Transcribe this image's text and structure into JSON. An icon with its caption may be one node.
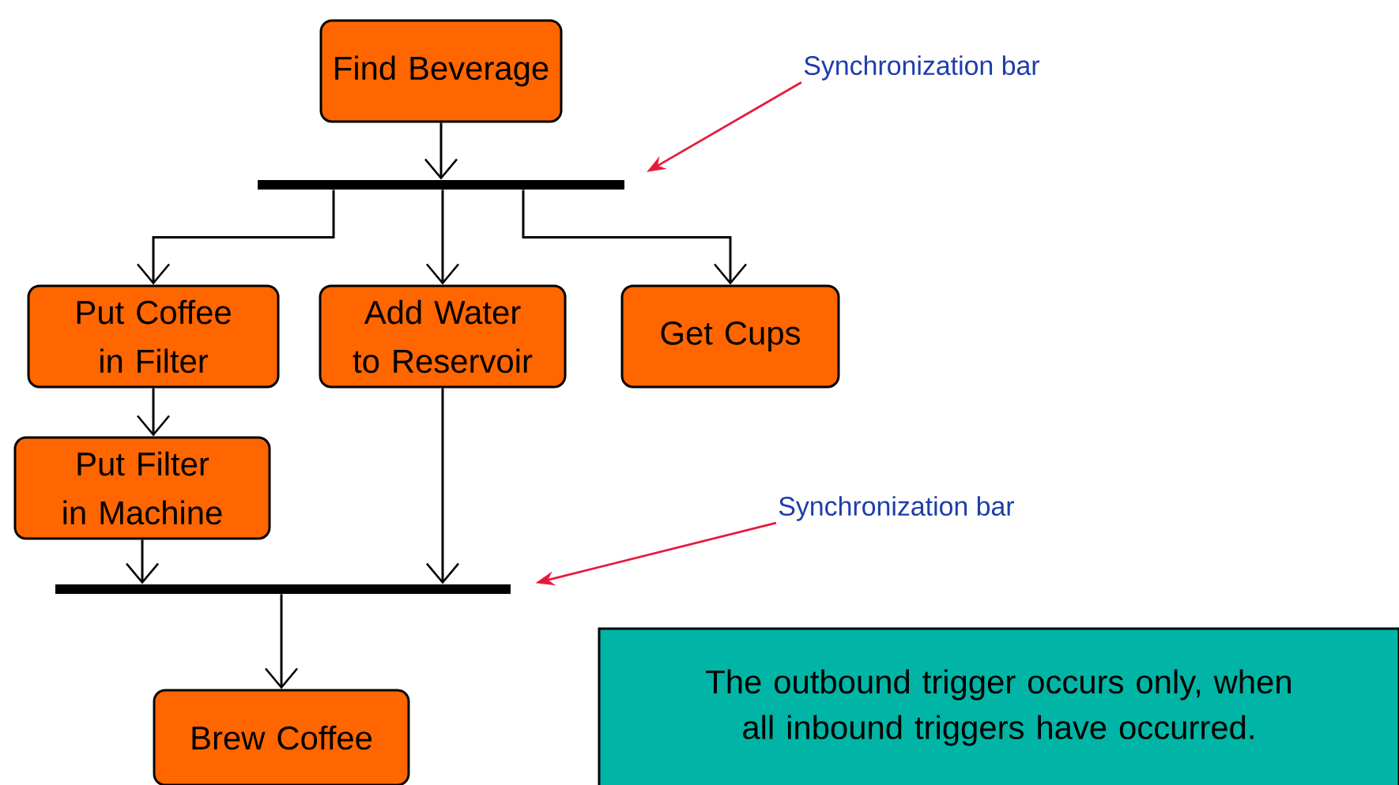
{
  "diagram": {
    "nodes": [
      {
        "text": [
          "Find Beverage"
        ]
      },
      {
        "text": [],
        "shape": "bar"
      },
      {
        "text": [
          "Put Coffee in Filter"
        ]
      },
      {
        "text": [
          "Add Water to Reservoir"
        ]
      },
      {
        "text": [
          "Get Cups"
        ]
      },
      {
        "text": [
          "Put Filter in Machine"
        ]
      },
      {
        "text": [],
        "shape": "bar"
      },
      {
        "text": [
          "Brew Coffee"
        ]
      },
      {
        "text": [
          "Synchronization bar"
        ]
      },
      {
        "text": [
          "Synchronization bar"
        ]
      },
      {
        "text": [
          "The outbound trigger occurs only, when all inbound triggers have occurred."
        ]
      }
    ],
    "edges": [
      {
        "from": 0,
        "to": 1,
        "arrow": "to"
      },
      {
        "from": 1,
        "to": 2,
        "arrow": "to"
      },
      {
        "from": 1,
        "to": 3,
        "arrow": "to"
      },
      {
        "from": 1,
        "to": 4,
        "arrow": "to"
      },
      {
        "from": 2,
        "to": 5,
        "arrow": "to"
      },
      {
        "from": 5,
        "to": 6,
        "arrow": "to"
      },
      {
        "from": 3,
        "to": 6,
        "arrow": "to"
      },
      {
        "from": 6,
        "to": 7,
        "arrow": "to"
      },
      {
        "from": 8,
        "to": 1,
        "arrow": "to",
        "color": "#e8193c"
      },
      {
        "from": 9,
        "to": 6,
        "arrow": "to",
        "color": "#e8193c"
      }
    ]
  }
}
